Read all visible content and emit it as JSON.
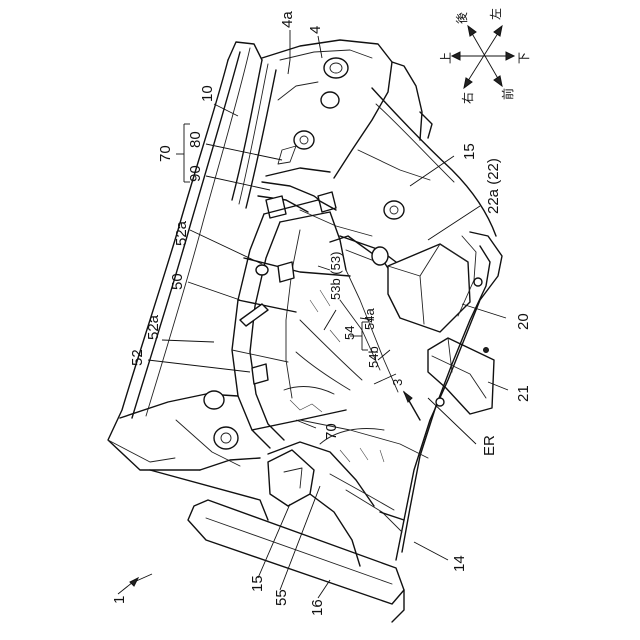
{
  "figure": {
    "ref_main": "1",
    "labels": {
      "l4a": "4a",
      "l4": "4",
      "l10": "10",
      "l80": "80",
      "l70top": "70",
      "l90": "90",
      "l52a_1": "52a",
      "l50": "50",
      "l52a_2": "52a",
      "l52": "52",
      "l15_top": "15",
      "l22a": "22a (22)",
      "l53b": "53b (53)",
      "l54": "54",
      "l54a": "54a",
      "l54b": "54b",
      "l3": "3",
      "l20": "20",
      "l21": "21",
      "l70bot": "70",
      "lER": "ER",
      "l14": "14",
      "l15_bot": "15",
      "l55": "55",
      "l16": "16"
    },
    "orientation": {
      "up": "上",
      "rear": "後",
      "left": "左",
      "down": "下",
      "right": "右",
      "front": "前"
    }
  }
}
